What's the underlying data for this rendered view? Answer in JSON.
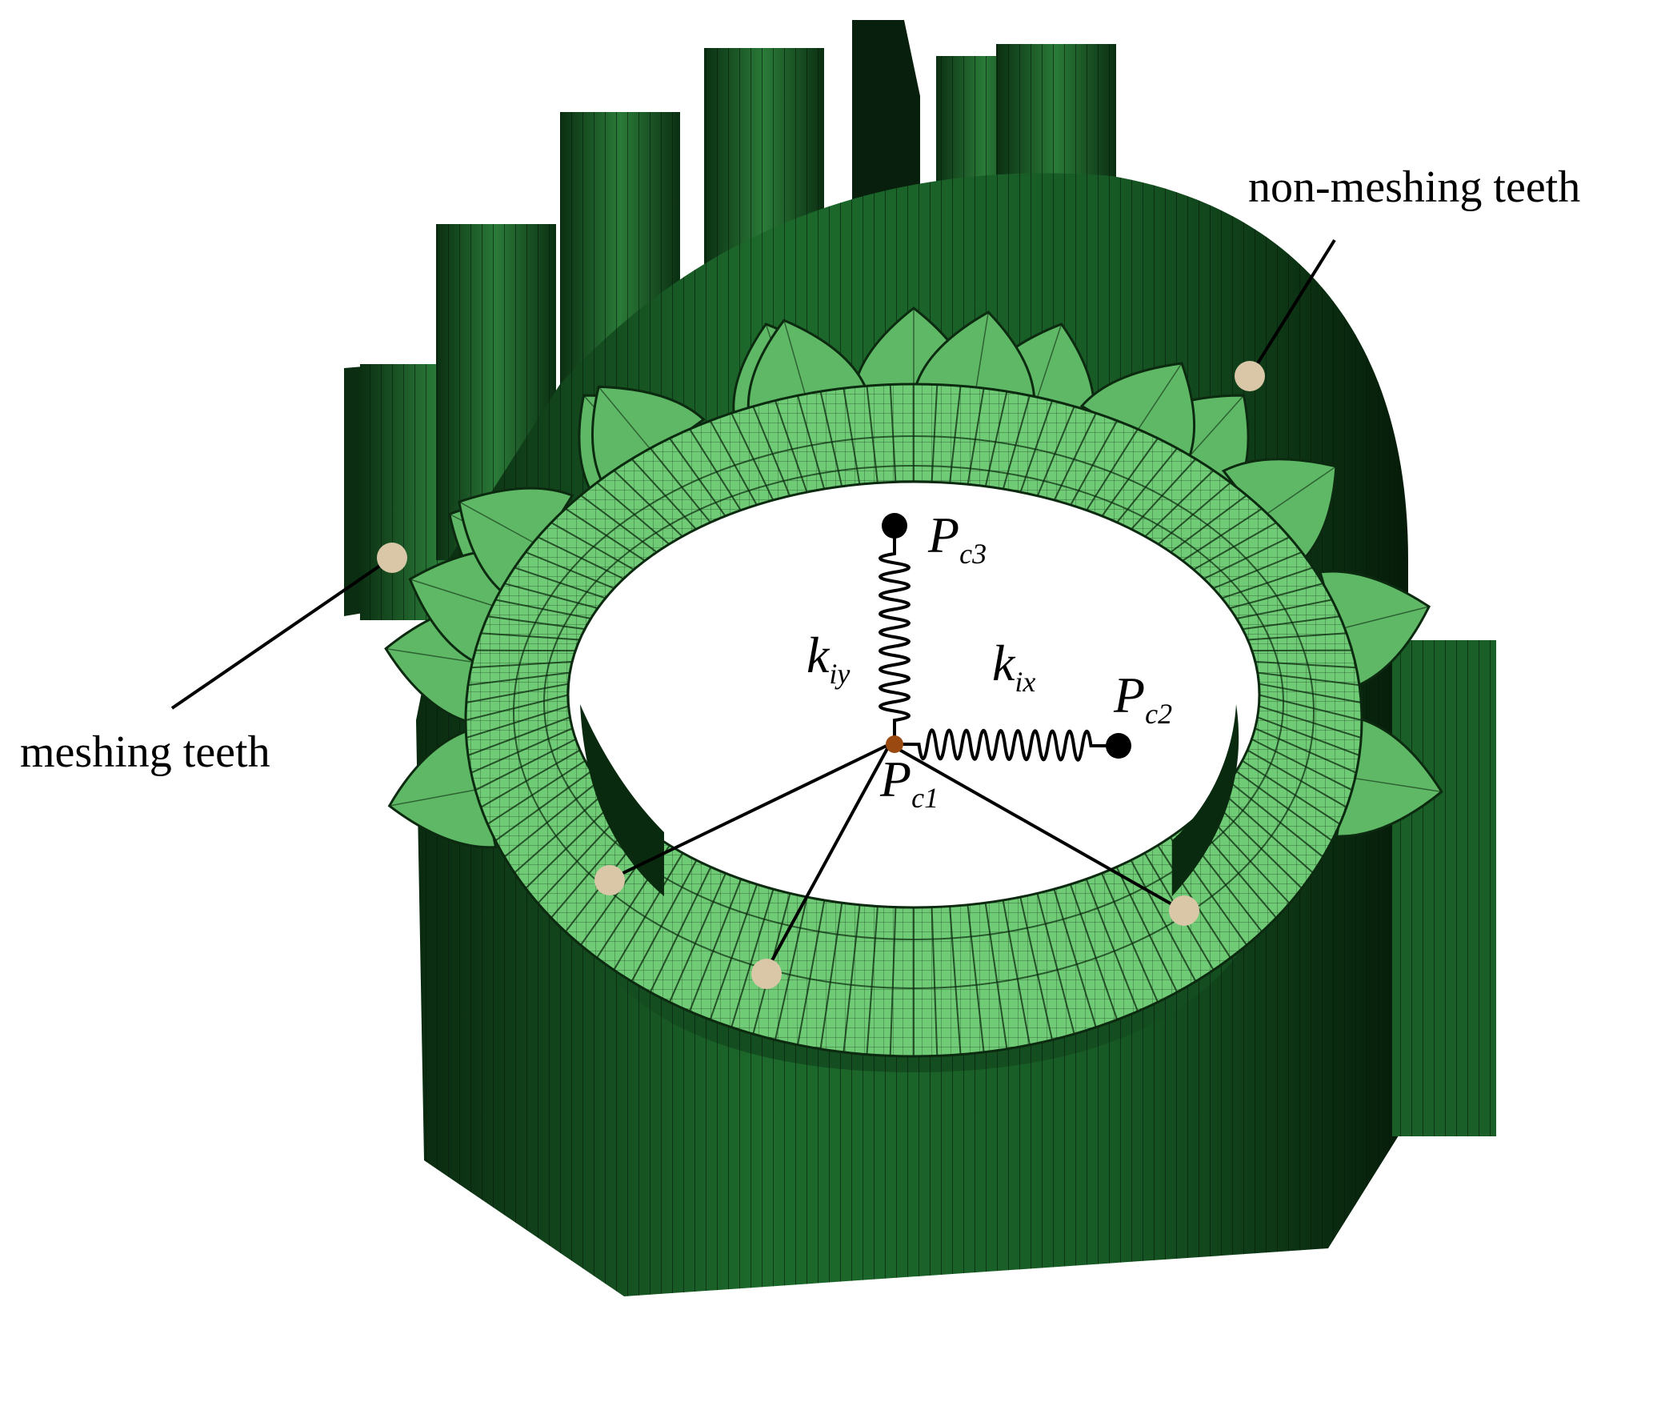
{
  "diagram": {
    "labels": {
      "non_meshing": "non-meshing teeth",
      "meshing": "meshing teeth"
    },
    "nodes": {
      "pc1": {
        "base": "P",
        "sub": "c1"
      },
      "pc2": {
        "base": "P",
        "sub": "c2"
      },
      "pc3": {
        "base": "P",
        "sub": "c3"
      }
    },
    "springs": {
      "kiy": {
        "base": "k",
        "sub": "iy"
      },
      "kix": {
        "base": "k",
        "sub": "ix"
      }
    },
    "colors": {
      "face": "#6fcb75",
      "body_dark": "#0e3d17",
      "body_mid": "#1f6a2d",
      "mesh_line": "#0c2a10",
      "marker": "#d9c7a8",
      "center_node": "#9a4a10",
      "node": "#000000",
      "background": "#ffffff"
    }
  }
}
